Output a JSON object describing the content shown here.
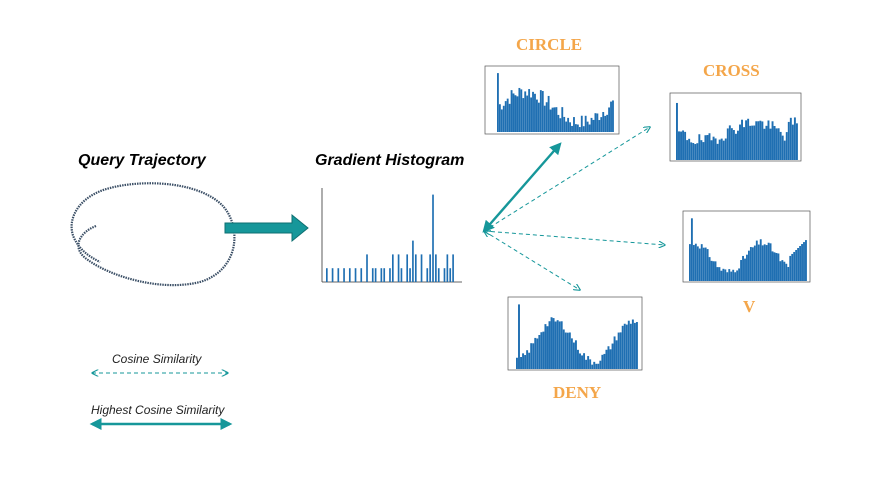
{
  "query_title": "Query Trajectory",
  "histogram_title": "Gradient Histogram",
  "gestures": {
    "circle": "CIRCLE",
    "cross": "CROSS",
    "v": "V",
    "deny": "DENY"
  },
  "legend": {
    "cosine": "Cosine Similarity",
    "highest": "Highest Cosine Similarity"
  },
  "colors": {
    "bar": "#1f6fb2",
    "arrow": "#16979a",
    "gesture_label": "#f4a64a"
  }
}
